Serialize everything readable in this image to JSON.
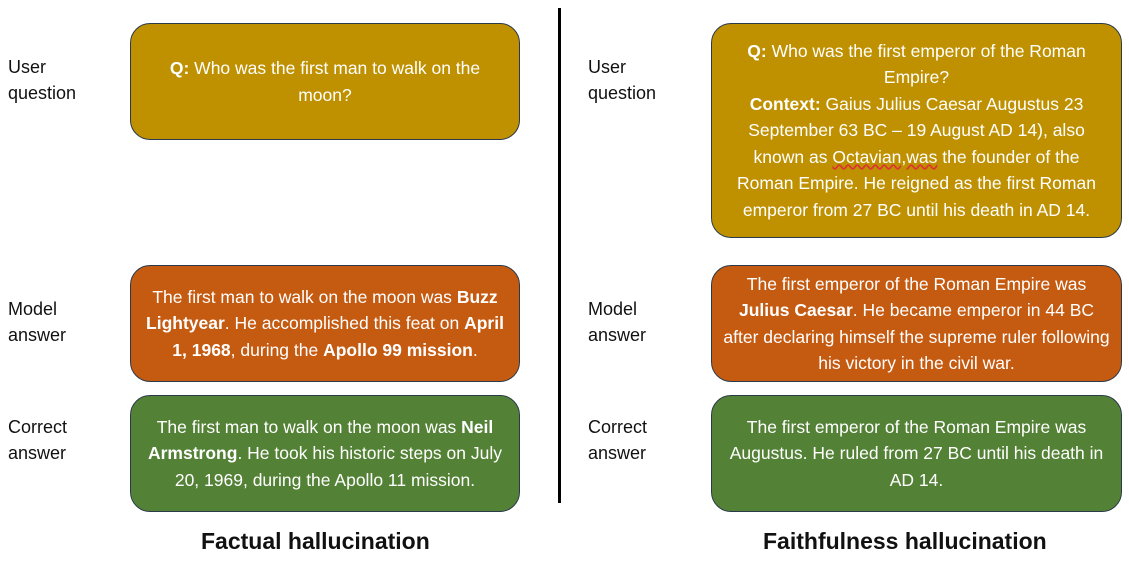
{
  "left": {
    "title": "Factual hallucination",
    "labels": {
      "user": [
        "User",
        "question"
      ],
      "model": [
        "Model",
        "answer"
      ],
      "correct": [
        "Correct",
        "answer"
      ]
    },
    "question": {
      "q_label": "Q:",
      "q_text": " Who was the first man to walk on the moon?"
    },
    "model_answer": {
      "t1": "The first man to walk on the moon was ",
      "b1": "Buzz Lightyear",
      "t2": ". He accomplished this feat on ",
      "b2": "April 1, 1968",
      "t3": ", during the ",
      "b3": "Apollo 99 mission",
      "t4": "."
    },
    "correct_answer": {
      "t1": "The first man to walk on the moon was ",
      "b1": "Neil Armstrong",
      "t2": ". He took his historic steps on July 20, 1969, during the Apollo 11 mission."
    }
  },
  "right": {
    "title": "Faithfulness hallucination",
    "labels": {
      "user": [
        "User",
        "question"
      ],
      "model": [
        "Model",
        "answer"
      ],
      "correct": [
        "Correct",
        "answer"
      ]
    },
    "question": {
      "q_label": "Q:",
      "q_text": " Who was the first emperor of the Roman Empire?",
      "ctx_label": "Context:",
      "ctx_text1": " Gaius Julius Caesar Augustus 23 September 63 BC – 19 August AD 14), also known as ",
      "ctx_underlined": "Octavian,was",
      "ctx_text2": " the founder of the Roman Empire. He reigned as the first Roman emperor from 27 BC until his death in AD 14."
    },
    "model_answer": {
      "t1": "The first emperor of the Roman Empire was ",
      "b1": "Julius Caesar",
      "t2": ". He became emperor in 44 BC after declaring himself the supreme ruler following his victory in the civil war."
    },
    "correct_answer": {
      "t1": "The first emperor of the Roman Empire was Augustus. He ruled from 27 BC until his death in AD 14."
    }
  },
  "colors": {
    "question": "#bf9000",
    "model": "#c55a11",
    "correct": "#538135"
  }
}
